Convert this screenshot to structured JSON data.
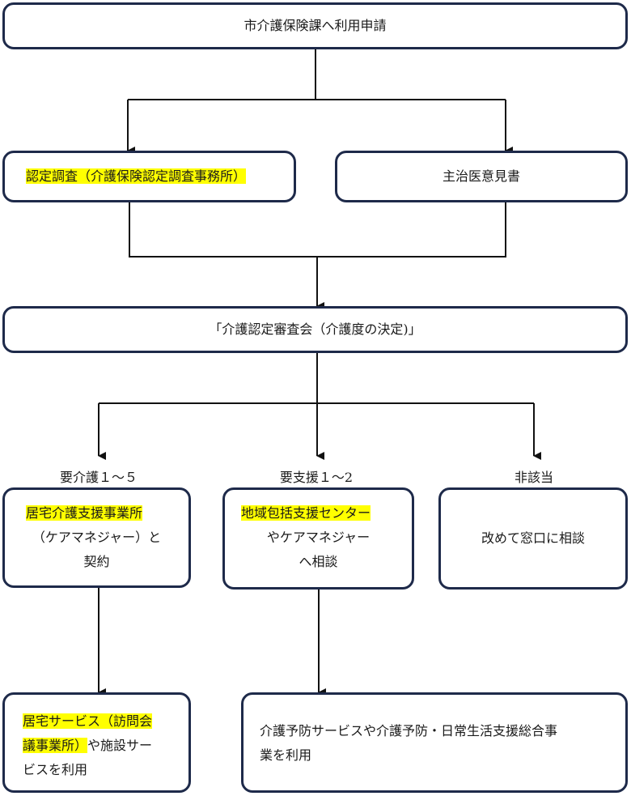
{
  "nodes": {
    "apply": "市介護保険課へ利用申請",
    "survey": "認定調査（介護保険認定調査事務所）",
    "opinion": "主治医意見書",
    "committee": "「介護認定審査会（介護度の決定)」",
    "care": {
      "highlight": "居宅介護支援事業所",
      "line2": "（ケアマネジャー）と",
      "line3": "契約"
    },
    "support": {
      "highlight": "地域包括支援センター",
      "line2": "やケアマネジャー",
      "line3": "へ相談"
    },
    "notapplicable": "改めて窓口に相談",
    "home_service": {
      "hl1": "居宅サービス（訪問会",
      "hl2": "議事業所）",
      "rest2": "や施設サー",
      "line3": "ビスを利用"
    },
    "prevention_service": {
      "line1": "介護予防サービスや介護予防・日常生活支援総合事",
      "line2": "業を利用"
    }
  },
  "branch_labels": {
    "care": "要介護１～５",
    "support": "要支援１～2",
    "notapplicable": "非該当"
  },
  "colors": {
    "border": "#1e2a4a",
    "line": "#111111",
    "highlight": "#ffff00"
  }
}
